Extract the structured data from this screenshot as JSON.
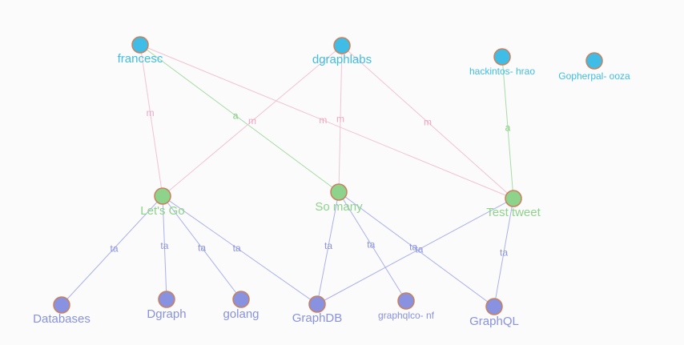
{
  "graph": {
    "colors": {
      "user": "#3fbde6",
      "tweet": "#8ed38b",
      "tag": "#8892e0",
      "edge_mention": "#f3c3d2",
      "edge_author": "#a7dca5",
      "edge_tag": "#aab0ec",
      "label_mention": "#f0a6c3",
      "label_author": "#7fcc7c",
      "label_tag": "#8a93e0"
    },
    "nodes": [
      {
        "id": "u1",
        "type": "user",
        "label": "francesc"
      },
      {
        "id": "u2",
        "type": "user",
        "label": "dgraphlabs"
      },
      {
        "id": "u3",
        "type": "user",
        "label": "hackintos- hrao"
      },
      {
        "id": "u4",
        "type": "user",
        "label": "Gopherpal- ooza"
      },
      {
        "id": "t1",
        "type": "tweet",
        "label": "Let's Go"
      },
      {
        "id": "t2",
        "type": "tweet",
        "label": "So many"
      },
      {
        "id": "t3",
        "type": "tweet",
        "label": "Test tweet"
      },
      {
        "id": "g1",
        "type": "tag",
        "label": "Databases"
      },
      {
        "id": "g2",
        "type": "tag",
        "label": "Dgraph"
      },
      {
        "id": "g3",
        "type": "tag",
        "label": "golang"
      },
      {
        "id": "g4",
        "type": "tag",
        "label": "GraphDB"
      },
      {
        "id": "g5",
        "type": "tag",
        "label": "graphqlco- nf"
      },
      {
        "id": "g6",
        "type": "tag",
        "label": "GraphQL"
      }
    ],
    "edges": [
      {
        "from": "u1",
        "to": "t1",
        "kind": "mention",
        "label": "m"
      },
      {
        "from": "u1",
        "to": "t2",
        "kind": "author",
        "label": "a"
      },
      {
        "from": "u1",
        "to": "t3",
        "kind": "mention",
        "label": "m"
      },
      {
        "from": "u2",
        "to": "t1",
        "kind": "mention",
        "label": "m"
      },
      {
        "from": "u2",
        "to": "t2",
        "kind": "mention",
        "label": "m"
      },
      {
        "from": "u2",
        "to": "t3",
        "kind": "mention",
        "label": "m"
      },
      {
        "from": "u3",
        "to": "t3",
        "kind": "author",
        "label": "a"
      },
      {
        "from": "t1",
        "to": "g1",
        "kind": "tag",
        "label": "ta"
      },
      {
        "from": "t1",
        "to": "g2",
        "kind": "tag",
        "label": "ta"
      },
      {
        "from": "t1",
        "to": "g3",
        "kind": "tag",
        "label": "ta"
      },
      {
        "from": "t1",
        "to": "g4",
        "kind": "tag",
        "label": "ta"
      },
      {
        "from": "t2",
        "to": "g4",
        "kind": "tag",
        "label": "ta"
      },
      {
        "from": "t2",
        "to": "g5",
        "kind": "tag",
        "label": "ta"
      },
      {
        "from": "t2",
        "to": "g6",
        "kind": "tag",
        "label": "ta"
      },
      {
        "from": "t3",
        "to": "g4",
        "kind": "tag",
        "label": "ta"
      },
      {
        "from": "t3",
        "to": "g6",
        "kind": "tag",
        "label": "ta"
      }
    ]
  }
}
